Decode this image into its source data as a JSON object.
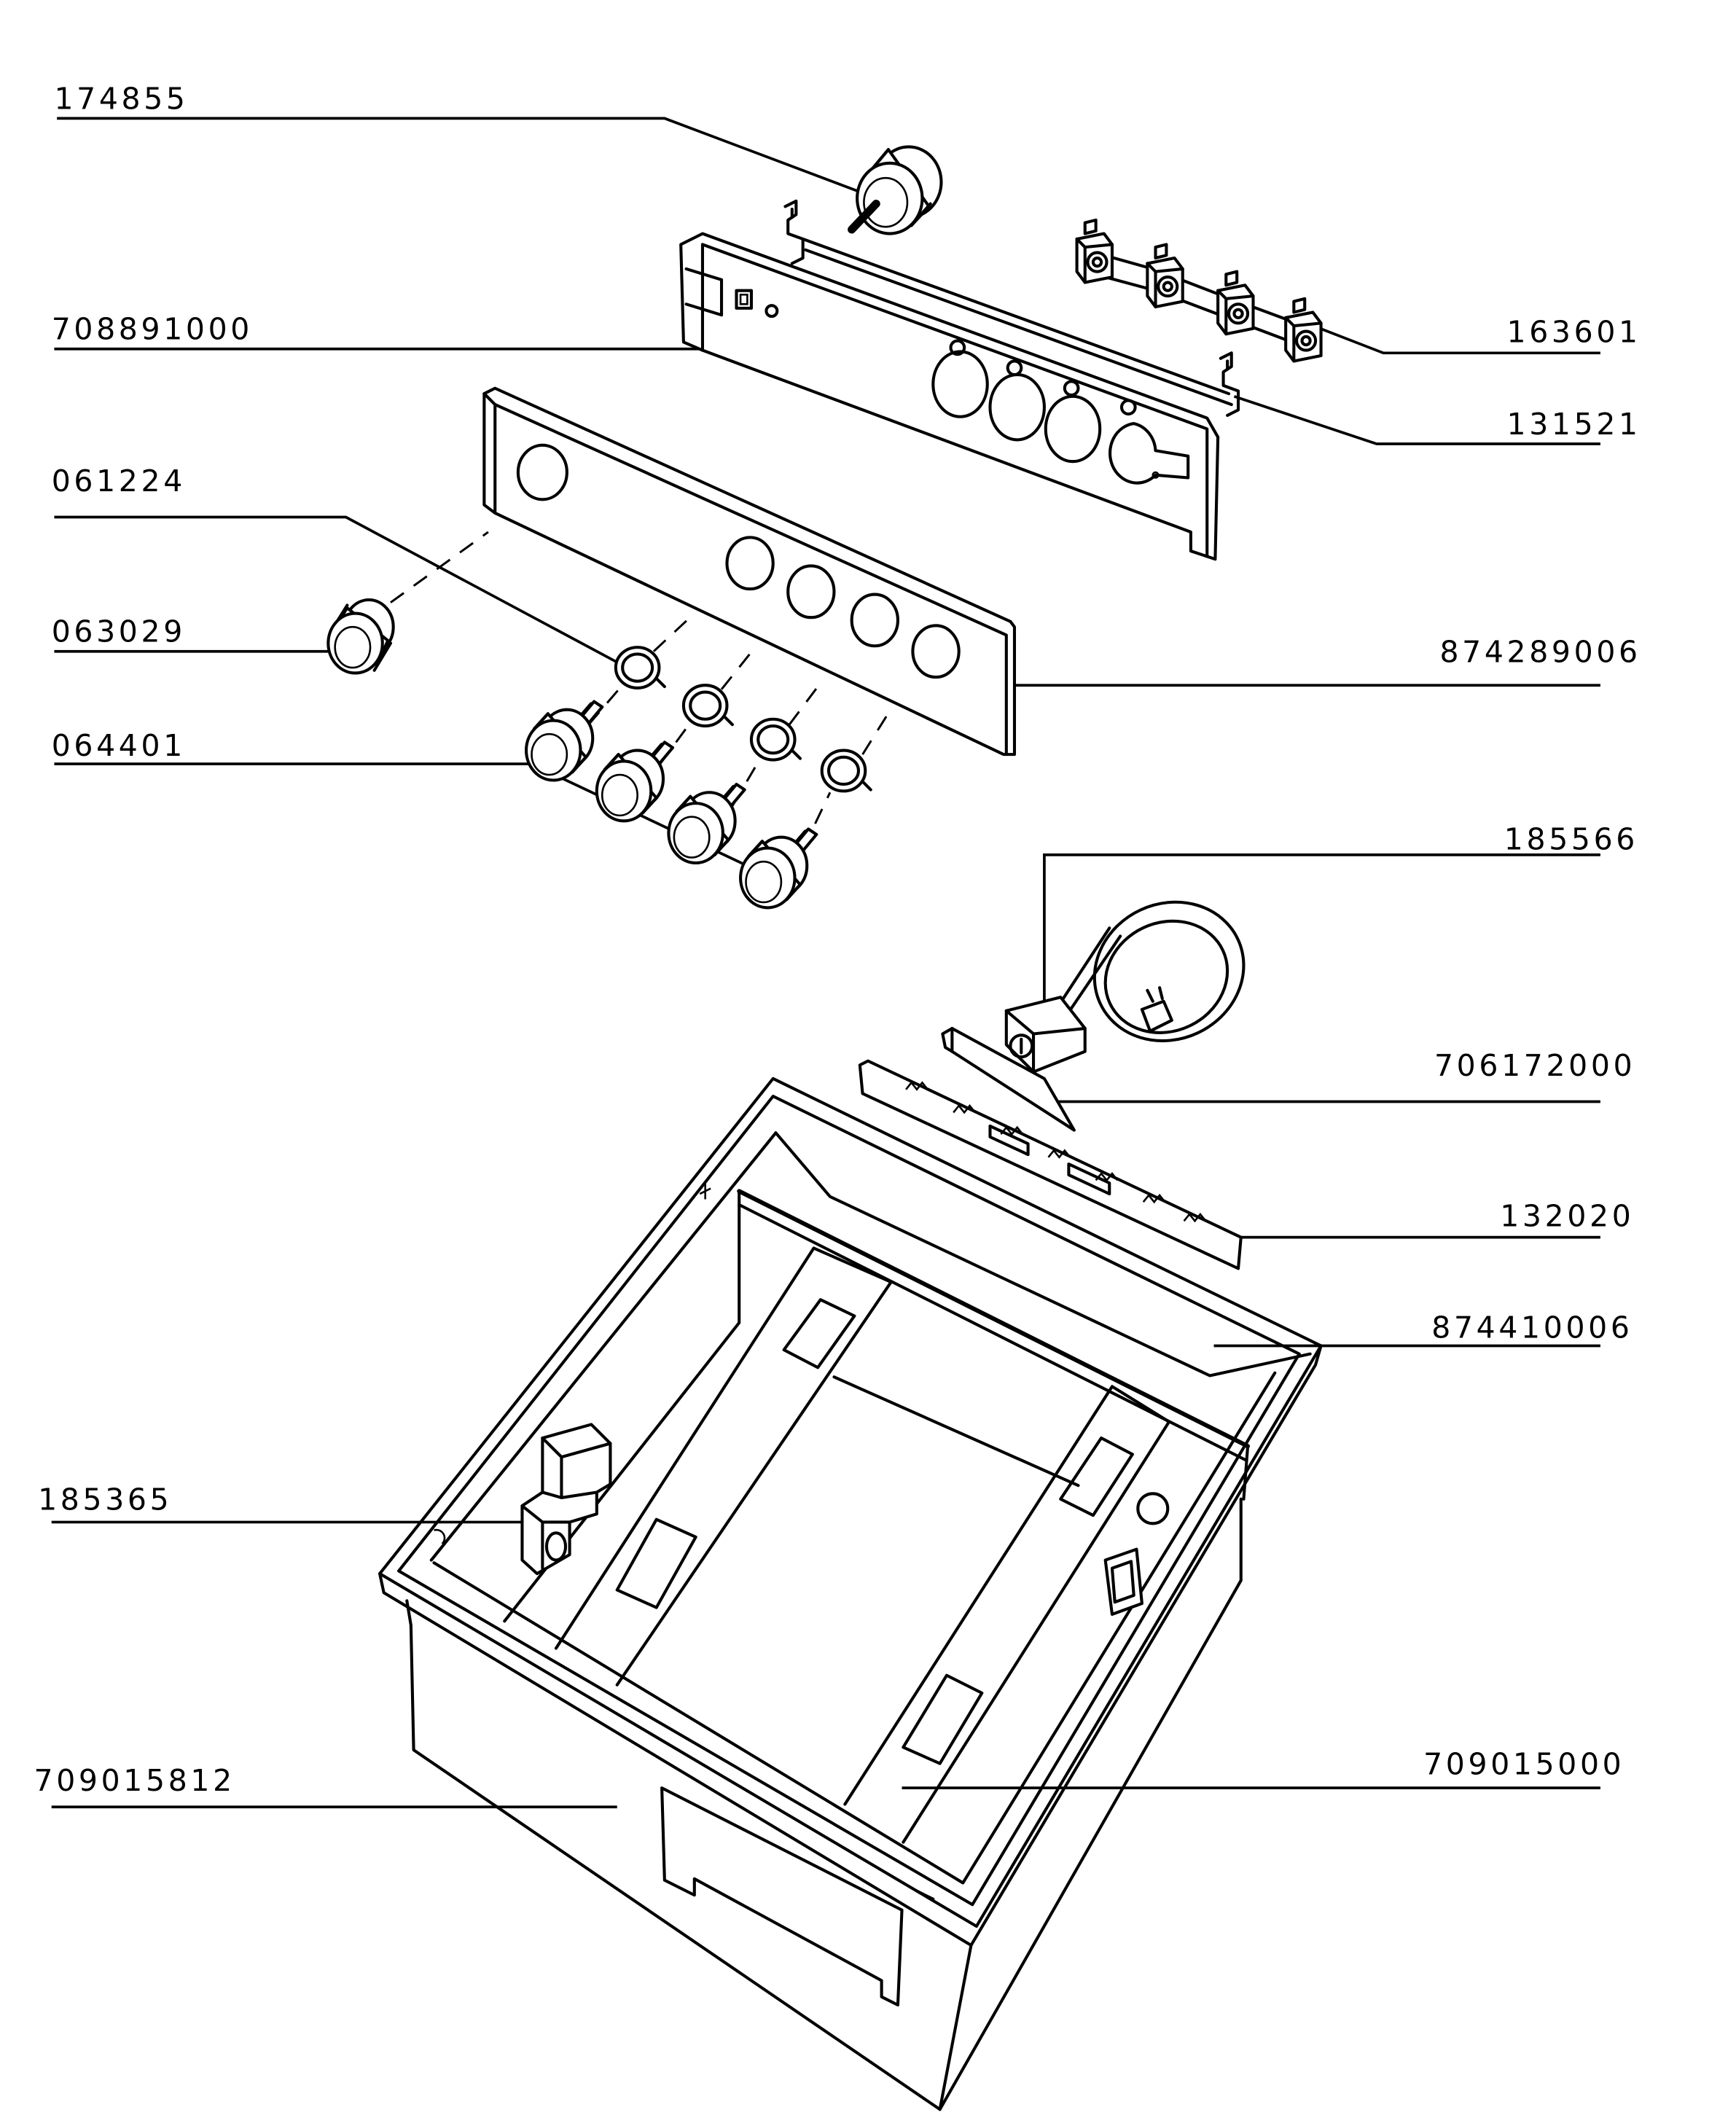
{
  "colors": {
    "line": "#000000",
    "background": "#ffffff"
  },
  "callouts": {
    "thermostat": "174855",
    "rear_panel": "708891000",
    "knob_rings": "061224",
    "single_knob": "063029",
    "control_knobs": "064401",
    "switch_strip": "163601",
    "brackets": "131521",
    "front_panel": "874289006",
    "power_cord": "185566",
    "cord_bracket": "706172000",
    "terminal_strip": "132020",
    "top_panel": "874410006",
    "side_switch": "185365",
    "outer_casing": "709015812",
    "inner_housing": "709015000"
  }
}
